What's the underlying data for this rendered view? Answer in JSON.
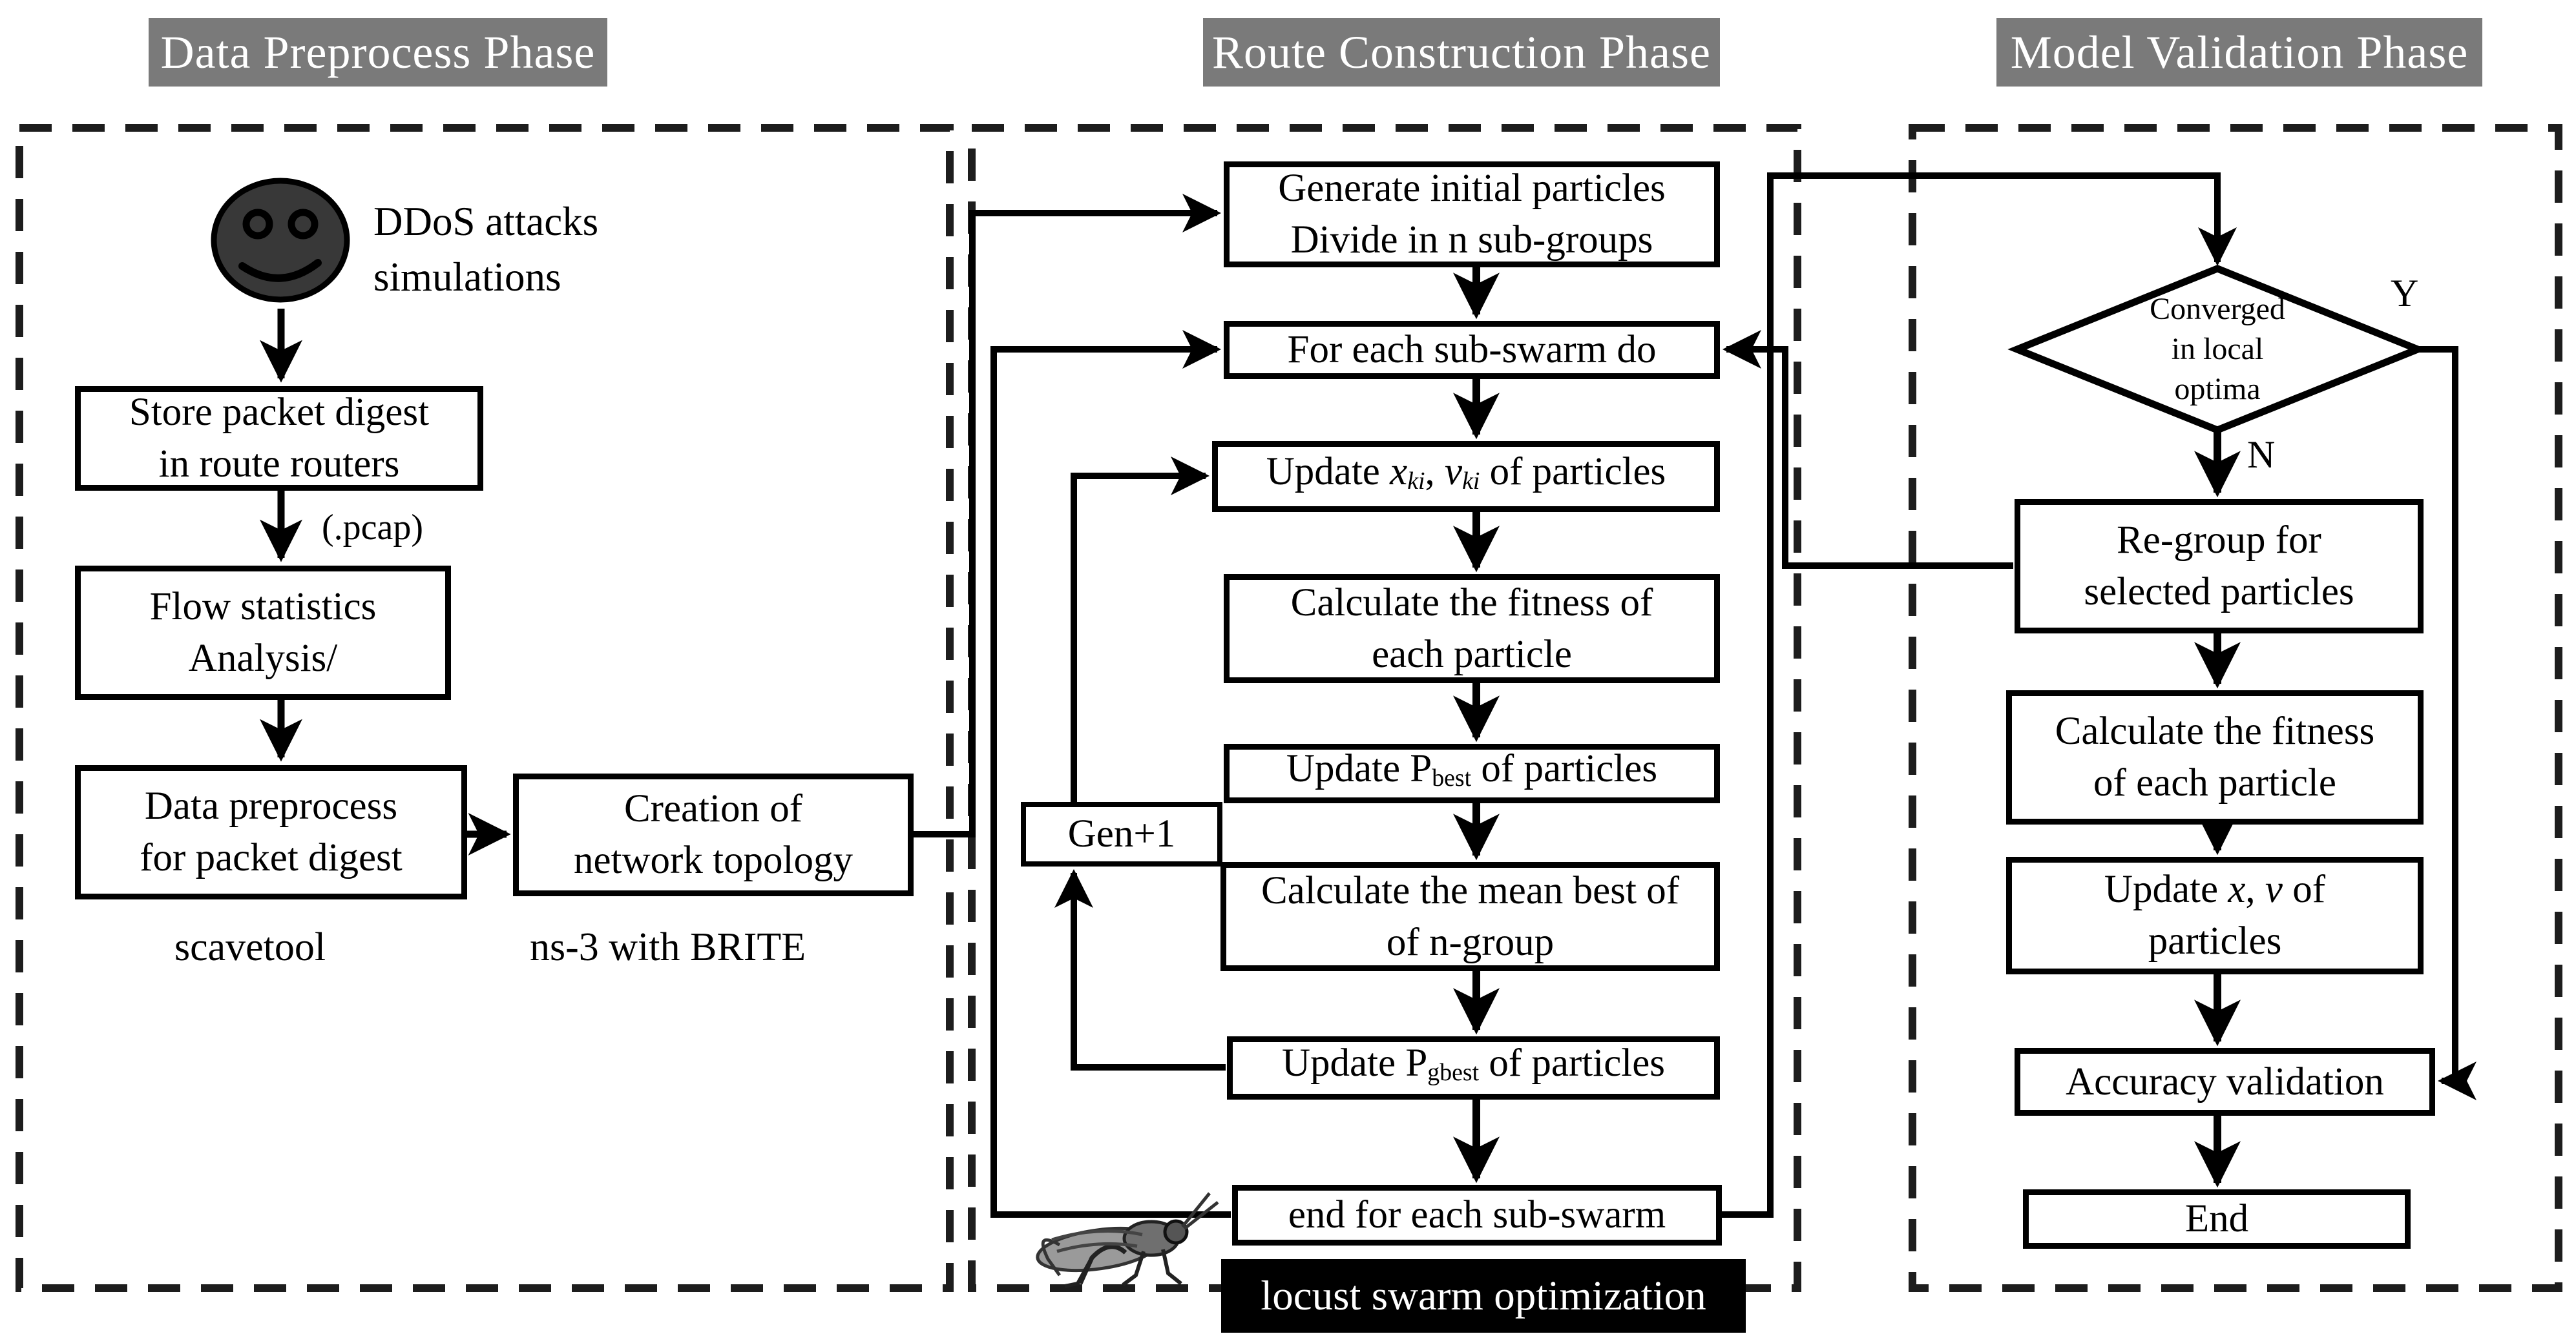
{
  "colors": {
    "header_bg": "#7a7a7a",
    "header_text": "#ffffff",
    "line": "#000000",
    "box_bg": "#ffffff",
    "final_banner_bg": "#000000",
    "final_banner_text": "#ffffff"
  },
  "headers": [
    {
      "id": "data-preprocess",
      "label": "Data Preprocess Phase"
    },
    {
      "id": "route-construction",
      "label": "Route Construction Phase"
    },
    {
      "id": "model-validation",
      "label": "Model Validation Phase"
    }
  ],
  "left": {
    "actor_lines": [
      "DDoS attacks",
      "simulations"
    ],
    "store": [
      "Store packet digest",
      "in route routers"
    ],
    "pcap_label": "(.pcap)",
    "flow": [
      "Flow statistics",
      "Analysis/"
    ],
    "preprocess": [
      "Data preprocess",
      "for packet digest"
    ],
    "scavetool_label": "scavetool",
    "creation": [
      "Creation of",
      "network topology"
    ],
    "ns3_label": "ns-3 with BRITE"
  },
  "middle": {
    "generate": [
      "Generate initial particles",
      "Divide in n sub-groups"
    ],
    "foreach": "For each sub-swarm do",
    "update_xv": {
      "pre": "Update ",
      "x": "x",
      "x_sub": "ki",
      "comma": ", ",
      "v": "v",
      "v_sub": "ki",
      "post": " of particles"
    },
    "fitness": [
      "Calculate the fitness of",
      "each particle"
    ],
    "pbest": {
      "pre": "Update P",
      "sub": "best",
      "post": " of particles"
    },
    "gen_counter": "Gen+1",
    "meanbest": [
      "Calculate the mean best of",
      "of n-group"
    ],
    "pgbest": {
      "pre": "Update P",
      "sub": "gbest",
      "post": " of particles"
    },
    "endfor": "end for each sub-swarm",
    "banner": "locust swarm optimization"
  },
  "right": {
    "diamond": [
      "Converged",
      "in local",
      "optima"
    ],
    "branch_yes": "Y",
    "branch_no": "N",
    "regroup": [
      "Re-group for",
      "selected particles"
    ],
    "fitness": [
      "Calculate the fitness",
      "of each particle"
    ],
    "update_xv": {
      "pre": "Update ",
      "x": "x",
      "comma": ", ",
      "v": "v",
      "post": " of"
    },
    "update_xv_line2": "particles",
    "accuracy": "Accuracy  validation",
    "end": "End"
  }
}
